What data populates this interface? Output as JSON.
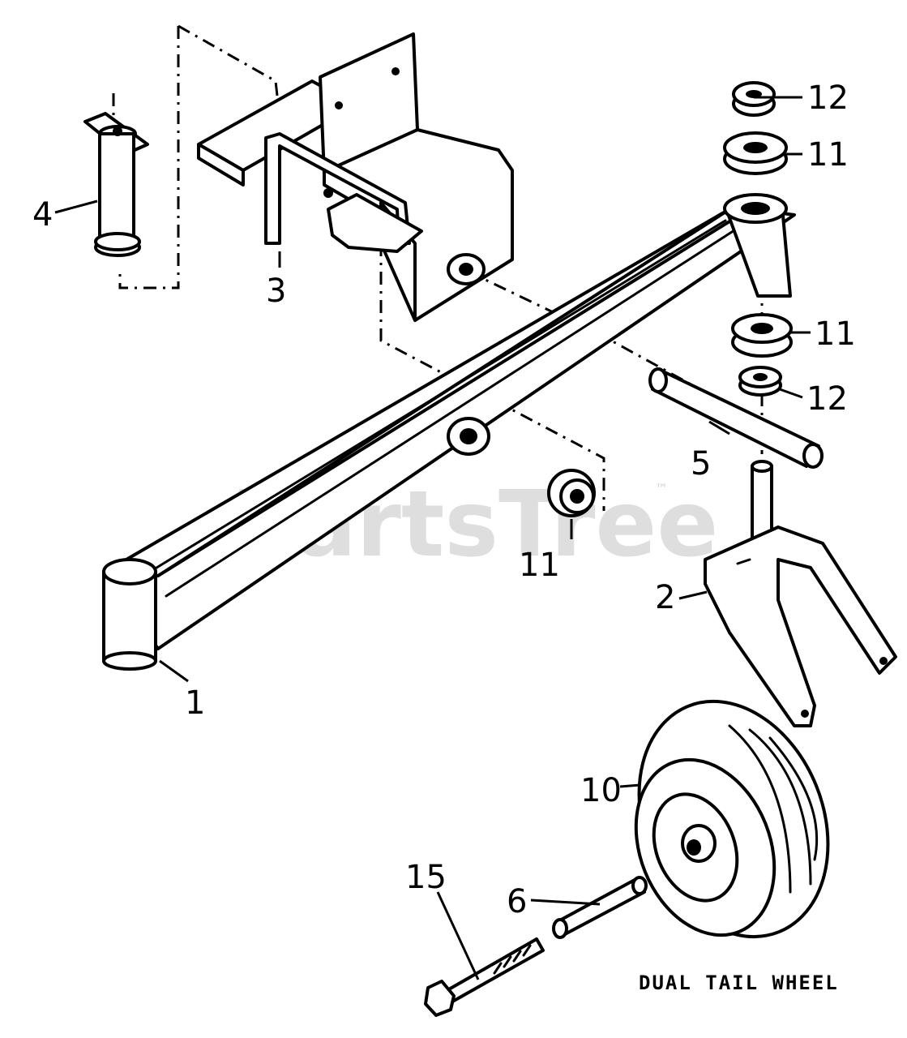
{
  "watermark": {
    "text": "PartsTree",
    "trademark": "™"
  },
  "caption": "DUAL TAIL WHEEL",
  "callouts": {
    "c1": "1",
    "c2": "2",
    "c3": "3",
    "c4": "4",
    "c5": "5",
    "c6": "6",
    "c10": "10",
    "c11a": "11",
    "c11b": "11",
    "c11c": "11",
    "c12a": "12",
    "c12b": "12",
    "c15": "15"
  }
}
